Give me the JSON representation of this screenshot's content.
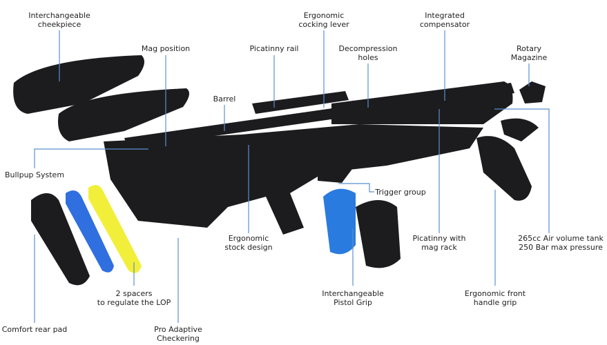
{
  "colors": {
    "leader": "#5b8fd0",
    "part": "#1c1c1e",
    "spacer_blue": "#2f6fe0",
    "spacer_yellow": "#f2ef3a",
    "grip_blue": "#2a7be0",
    "text": "#222222"
  },
  "labels": {
    "cheekpiece": [
      "Interchangeable",
      "cheekpiece"
    ],
    "mag_position": [
      "Mag position"
    ],
    "barrel": [
      "Barrel"
    ],
    "picatinny_rail": [
      "Picatinny rail"
    ],
    "cocking_lever": [
      "Ergonomic",
      "cocking lever"
    ],
    "decompression": [
      "Decompression",
      "holes"
    ],
    "compensator": [
      "Integrated",
      "compensator"
    ],
    "rotary_magazine": [
      "Rotary",
      "Magazine"
    ],
    "bullpup": [
      "Bullpup System"
    ],
    "trigger_group": [
      "Trigger group"
    ],
    "stock_design": [
      "Ergonomic",
      "stock design"
    ],
    "picatinny_mag_rack": [
      "Picatinny with",
      "mag rack"
    ],
    "air_tank": [
      "265cc Air volume tank",
      "250 Bar max pressure"
    ],
    "spacers": [
      "2 spacers",
      "to regulate the LOP"
    ],
    "pistol_grip": [
      "Interchangeable",
      "Pistol Grip"
    ],
    "front_grip": [
      "Ergonomic front",
      "handle grip"
    ],
    "rear_pad": [
      "Comfort rear pad"
    ],
    "checkering": [
      "Pro Adaptive",
      "Checkering"
    ]
  }
}
